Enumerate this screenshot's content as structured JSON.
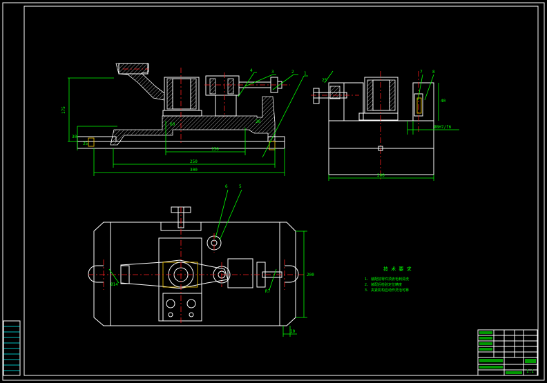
{
  "colors": {
    "background": "#000000",
    "outline": "#ffffff",
    "dimension": "#00ff00",
    "center": "#ff2020",
    "hatch": "#ffd000",
    "hidden": "#00ffff"
  },
  "front_view": {
    "balloons": [
      "4",
      "3",
      "2",
      "1"
    ],
    "dims": {
      "height": "175",
      "left": "30",
      "inner": "150",
      "mid": "250",
      "overall": "300",
      "r1": "60",
      "r2": "20",
      "tol": "25"
    }
  },
  "side_view": {
    "balloons": [
      "7",
      "8"
    ],
    "dims": {
      "fit": "Ø8H7/f6",
      "width": "200",
      "small": "40",
      "left": "25"
    }
  },
  "top_view": {
    "balloons": [
      "6",
      "5"
    ],
    "dims": {
      "right": "200",
      "bottom": "10",
      "left_r": "Ø14",
      "right_r": "R7"
    }
  },
  "notes": {
    "title": "技 术 要 求",
    "items": [
      "1. 装配前零件须去毛刺清洗",
      "2. 装配后检验定位精度",
      "3. 夹紧机构应动作灵活可靠"
    ]
  },
  "title_block": {
    "scale": "1:1"
  }
}
